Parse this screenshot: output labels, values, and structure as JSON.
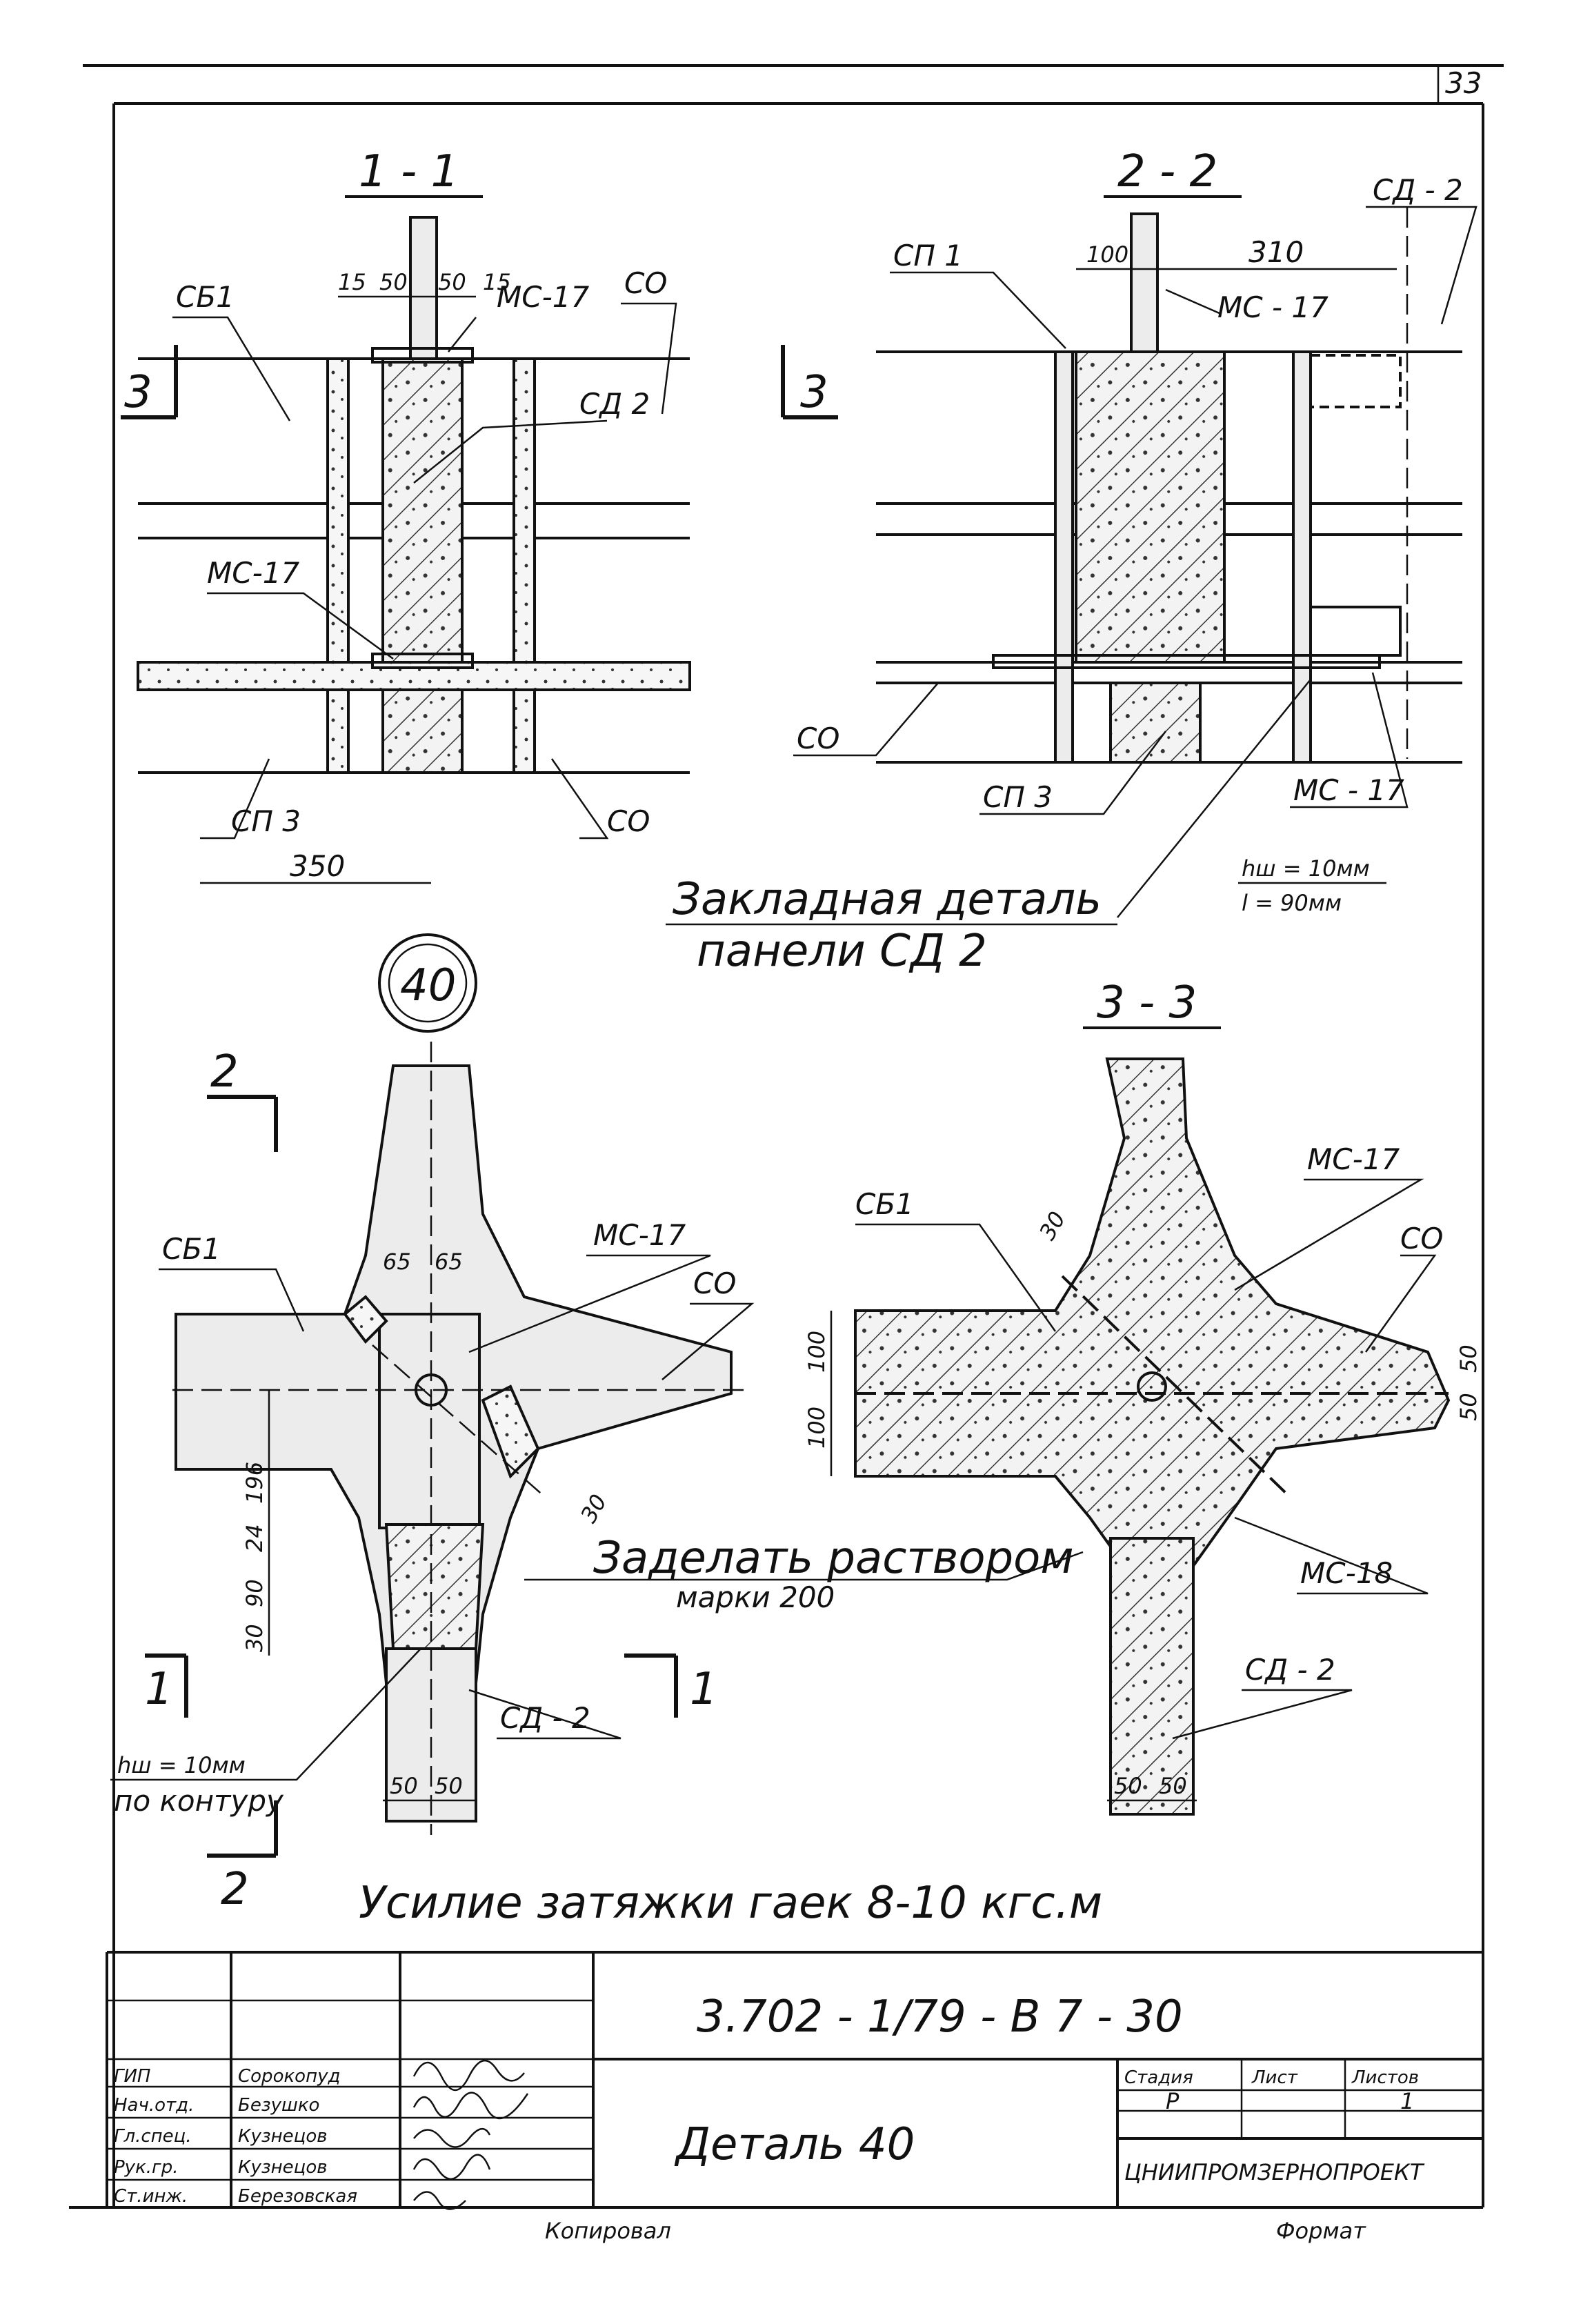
{
  "sheet_number": "33",
  "sections": {
    "s11": {
      "title": "1 - 1",
      "labels": [
        "СБ1",
        "МС-17",
        "СО",
        "СД 2",
        "МС-17",
        "СП 3",
        "СО"
      ],
      "dims": [
        "15",
        "50",
        "50",
        "15",
        "350"
      ],
      "cut_marks": [
        "3",
        "3"
      ]
    },
    "s22": {
      "title": "2 - 2",
      "labels": [
        "СП 1",
        "МС - 17",
        "СД - 2",
        "СО",
        "СП 3",
        "МС - 17"
      ],
      "dims": [
        "100",
        "310"
      ],
      "weld_note": [
        "hш = 10мм",
        "l = 90мм"
      ],
      "embedded_note": [
        "Закладная деталь",
        "панели СД 2"
      ]
    },
    "d40": {
      "mark": "40",
      "labels": [
        "СБ1",
        "МС-17",
        "СО",
        "СД - 2"
      ],
      "dims": [
        "65",
        "65",
        "196",
        "24",
        "90",
        "30",
        "30",
        "50",
        "50"
      ],
      "cut_marks": [
        "2",
        "2",
        "1",
        "1"
      ],
      "mortar_note": [
        "Заделать раствором",
        "марки 200"
      ],
      "weld_note": [
        "hш = 10мм",
        "по контуру"
      ]
    },
    "s33": {
      "title": "3 - 3",
      "labels": [
        "СБ1",
        "МС-17",
        "СО",
        "МС-18",
        "СД - 2"
      ],
      "dims": [
        "30",
        "100",
        "100",
        "50",
        "50",
        "50",
        "50"
      ]
    }
  },
  "bottom_note": "Усилие затяжки гаек 8-10 кгс.м",
  "title_block": {
    "code": "3.702 - 1/79 - В 7 - 30",
    "name": "Деталь 40",
    "stage_header": "Стадия",
    "sheet_header": "Лист",
    "sheets_header": "Листов",
    "stage": "Р",
    "sheet": "1",
    "org": "ЦНИИПРОМЗЕРНОПРОЕКТ",
    "roles": [
      "ГИП",
      "Нач.отд.",
      "Гл.спец.",
      "Рук.гр.",
      "Ст.инж."
    ],
    "names": [
      "Сорокопуд",
      "Безушко",
      "Кузнецов",
      "Кузнецов",
      "Березовская"
    ],
    "copied": "Копировал",
    "format": "Формат"
  }
}
